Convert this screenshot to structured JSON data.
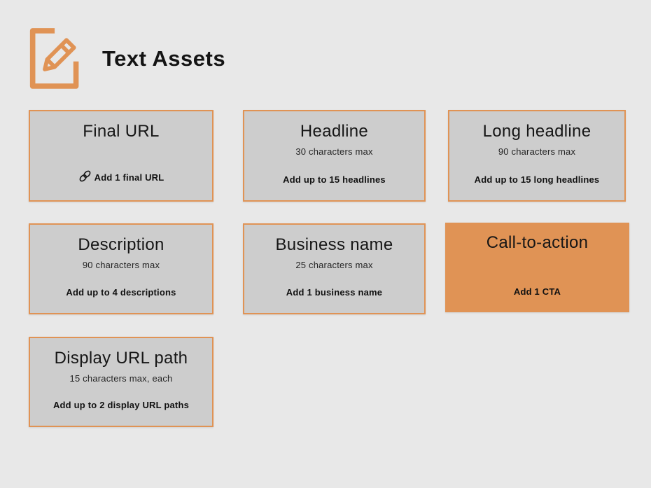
{
  "page": {
    "background_color": "#E8E8E8",
    "accent_color": "#E09355",
    "card_fill_color": "#CDCDCD",
    "text_color": "#161616"
  },
  "header": {
    "title": "Text Assets",
    "icon": "pencil-clipboard-icon"
  },
  "cards": [
    {
      "id": "final-url",
      "title": "Final URL",
      "subtitle": "",
      "note": "Add 1 final URL",
      "note_icon": "link-icon",
      "variant": "gray"
    },
    {
      "id": "headline",
      "title": "Headline",
      "subtitle": "30 characters max",
      "note": "Add up to 15 headlines",
      "variant": "gray"
    },
    {
      "id": "long-headline",
      "title": "Long headline",
      "subtitle": "90 characters max",
      "note": "Add up to 15 long headlines",
      "variant": "gray"
    },
    {
      "id": "description",
      "title": "Description",
      "subtitle": "90 characters max",
      "note": "Add up to 4 descriptions",
      "variant": "gray"
    },
    {
      "id": "business-name",
      "title": "Business name",
      "subtitle": "25 characters max",
      "note": "Add 1 business name",
      "variant": "gray"
    },
    {
      "id": "call-to-action",
      "title": "Call-to-action",
      "subtitle": "",
      "note": "Add 1 CTA",
      "variant": "orange"
    },
    {
      "id": "display-url-path",
      "title": "Display URL path",
      "subtitle": "15 characters max, each",
      "note": "Add up to 2 display URL paths",
      "variant": "gray"
    }
  ]
}
